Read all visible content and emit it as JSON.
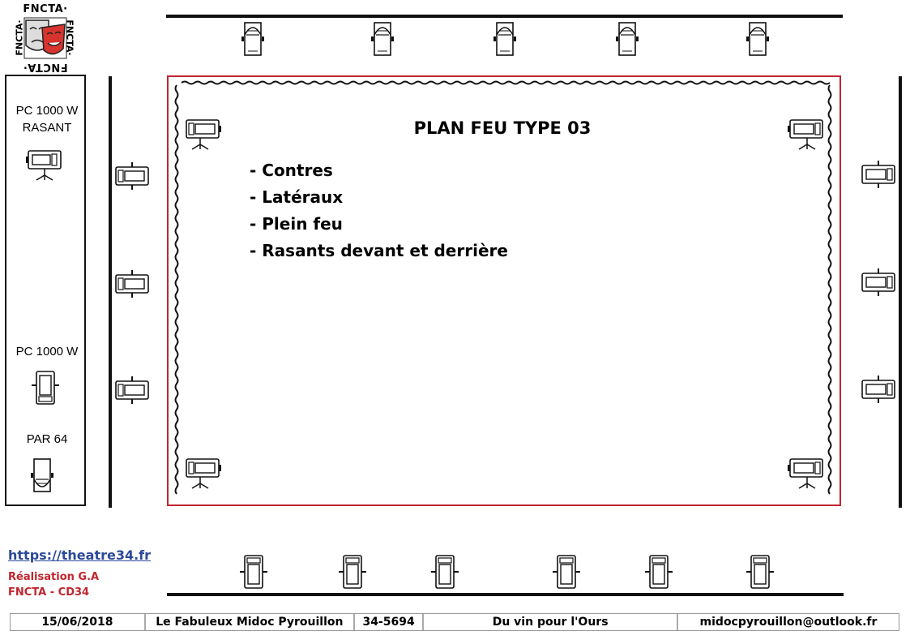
{
  "logo": {
    "text": "FNCTA·",
    "icon": "theatre-masks-icon"
  },
  "colors": {
    "stage_border": "#c0262d",
    "credit": "#c0262d",
    "link": "#2c4a9a"
  },
  "legend": {
    "pc_rasant_line1": "PC 1000 W",
    "pc_rasant_line2": "RASANT",
    "pc": "PC 1000 W",
    "par": "PAR 64"
  },
  "plan": {
    "title": "PLAN FEU TYPE 03",
    "bullets": [
      "- Contres",
      "- Latéraux",
      "- Plein feu",
      "- Rasants devant et derrière"
    ]
  },
  "credits": {
    "link": "https://theatre34.fr",
    "realisation": "Réalisation G.A",
    "org": "FNCTA - CD34"
  },
  "footer": {
    "date": "15/06/2018",
    "company": "Le Fabuleux Midoc Pyrouillon",
    "code": "34-5694",
    "show": "Du vin pour l'Ours",
    "email": "midocpyrouillon@outlook.fr"
  }
}
